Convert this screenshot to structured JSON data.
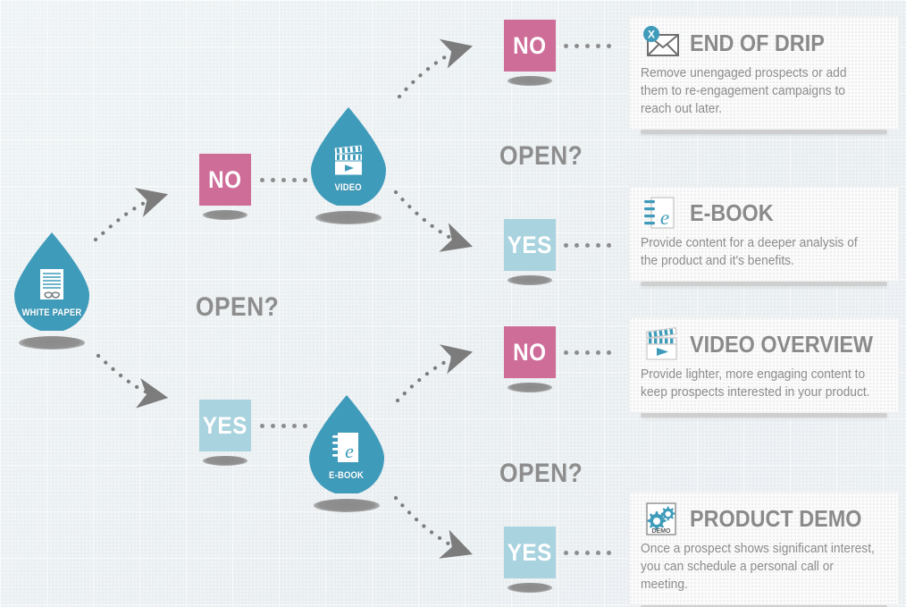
{
  "meta": {
    "title": "Drip Campaign Decision Flow",
    "colors": {
      "background": "#eef2f5",
      "teal": "#3f9bba",
      "no_pink": "#cf6d99",
      "yes_blue": "#a9d3de",
      "text_grey": "#8d8d8d",
      "card_bg": "#fbfbfb",
      "shadow_grey": "#8f8f8f"
    }
  },
  "nodes": [
    {
      "id": "white-paper",
      "label": "WHITE PAPER",
      "icon": "white-paper-icon"
    },
    {
      "id": "video",
      "label": "VIDEO",
      "icon": "video-clapperboard-icon"
    },
    {
      "id": "ebook",
      "label": "E-BOOK",
      "icon": "ebook-notebook-icon"
    }
  ],
  "decisions": [
    {
      "id": "open-1",
      "label": "OPEN?"
    },
    {
      "id": "open-2",
      "label": "OPEN?"
    },
    {
      "id": "open-3",
      "label": "OPEN?"
    }
  ],
  "chips": [
    {
      "id": "chip-no-1",
      "label": "NO",
      "type": "no"
    },
    {
      "id": "chip-no-2",
      "label": "NO",
      "type": "no"
    },
    {
      "id": "chip-yes-1",
      "label": "YES",
      "type": "yes"
    },
    {
      "id": "chip-no-3",
      "label": "NO",
      "type": "no"
    },
    {
      "id": "chip-yes-2",
      "label": "YES",
      "type": "yes"
    }
  ],
  "cards": [
    {
      "id": "end-of-drip",
      "icon": "envelope-x-icon",
      "title": "END OF DRIP",
      "body": "Remove unengaged prospects or add them to re-engagement campaigns to reach out later."
    },
    {
      "id": "e-book",
      "icon": "ebook-notebook-icon",
      "title": "E-BOOK",
      "body": "Provide content for a deeper analysis of the product and it's benefits."
    },
    {
      "id": "video-overview",
      "icon": "video-clapperboard-icon",
      "title": "VIDEO OVERVIEW",
      "body": "Provide lighter, more engaging content to keep prospects interested in your product."
    },
    {
      "id": "product-demo",
      "icon": "gears-demo-icon",
      "title": "PRODUCT DEMO",
      "body": "Once a prospect shows significant interest, you can schedule a personal call or meeting."
    }
  ]
}
